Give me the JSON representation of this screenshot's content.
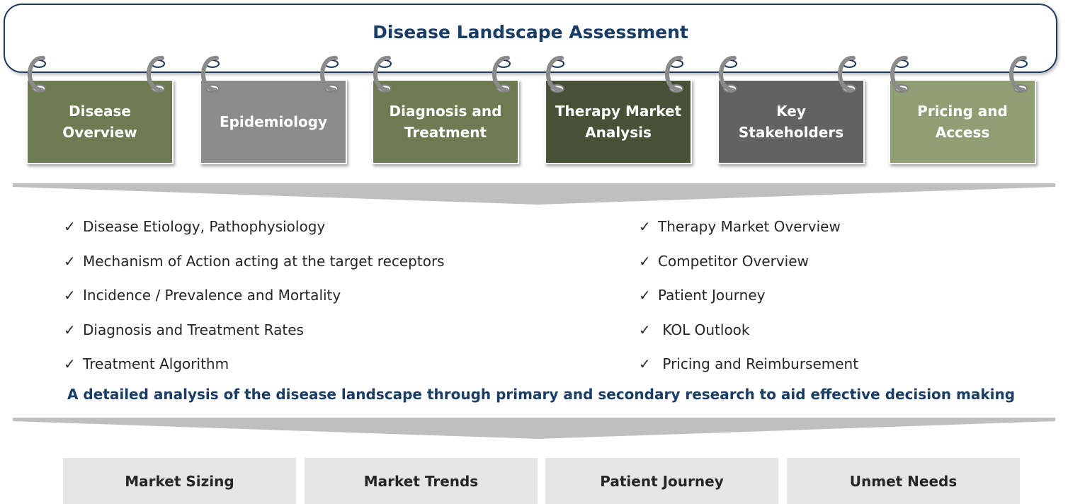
{
  "title": "Disease Landscape Assessment",
  "colors": {
    "title": "#1a3d66",
    "ring": "#1b3a5c",
    "band": "#bfbfbf",
    "output_box": "#e6e6e6"
  },
  "cards": [
    {
      "label": "Disease\nOverview",
      "color": "#6c7b51"
    },
    {
      "label": "Epidemiology",
      "color": "#8c8c8c"
    },
    {
      "label": "Diagnosis and\nTreatment",
      "color": "#6c7b51"
    },
    {
      "label": "Therapy Market\nAnalysis",
      "color": "#475135"
    },
    {
      "label": "Key Stakeholders",
      "color": "#626262"
    },
    {
      "label": "Pricing and\nAccess",
      "color": "#8f9e73"
    }
  ],
  "check_mark": "✓",
  "left_points": [
    "Disease Etiology, Pathophysiology",
    "Mechanism of Action acting at the target receptors",
    "Incidence / Prevalence and Mortality",
    "Diagnosis and Treatment Rates",
    "Treatment Algorithm"
  ],
  "right_points": [
    "Therapy Market Overview",
    "Competitor Overview",
    "Patient Journey",
    " KOL Outlook",
    " Pricing and Reimbursement"
  ],
  "tagline": "A detailed analysis of the disease landscape through primary and secondary research to aid effective decision making",
  "outputs": [
    "Market Sizing",
    "Market Trends",
    "Patient Journey",
    "Unmet Needs"
  ]
}
